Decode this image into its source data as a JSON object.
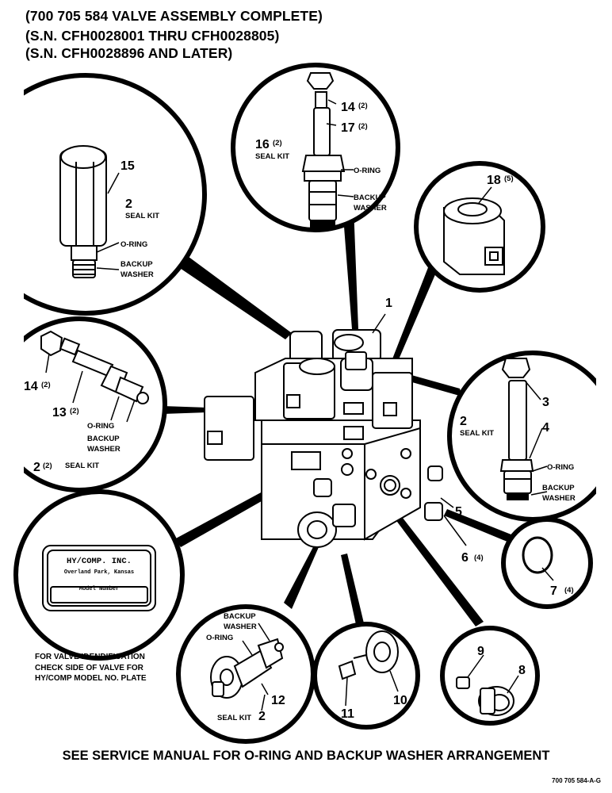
{
  "header": {
    "line1": "(700 705 584 VALVE ASSEMBLY COMPLETE)",
    "line2": "(S.N. CFH0028001 THRU CFH0028805)",
    "line3": "(S.N. CFH0028896 AND LATER)"
  },
  "callouts": {
    "c1": "1",
    "c2a_num": "2",
    "c2a_text": "SEAL KIT",
    "c2b_num": "2",
    "c2b_text": "SEAL KIT",
    "c2c_num": "2",
    "c2c_qty": "(2)",
    "c2c_text": "SEAL KIT",
    "c2d_num": "2",
    "c2d_text": "SEAL KIT",
    "c3": "3",
    "c4": "4",
    "c5": "5",
    "c6": "6",
    "c6_qty": "(4)",
    "c7": "7",
    "c7_qty": "(4)",
    "c8": "8",
    "c9": "9",
    "c10": "10",
    "c11": "11",
    "c12": "12",
    "c13": "13",
    "c13_qty": "(2)",
    "c14a": "14",
    "c14a_qty": "(2)",
    "c14b": "14",
    "c14b_qty": "(2)",
    "c15": "15",
    "c16": "16",
    "c16_qty": "(2)",
    "c17": "17",
    "c17_qty": "(2)",
    "c18": "18",
    "c18_qty": "(5)"
  },
  "tags": {
    "oring": "O-RING",
    "backup": "BACKUP",
    "washer": "WASHER"
  },
  "plate": {
    "company": "HY/COMP. INC.",
    "city": "Overland Park, Kansas",
    "model": "Model Number"
  },
  "note": {
    "l1": "FOR VALVE IDENDIFICATION",
    "l2": "CHECK SIDE OF VALVE FOR",
    "l3": "HY/COMP MODEL NO. PLATE"
  },
  "footer": "SEE SERVICE MANUAL FOR O-RING AND BACKUP WASHER ARRANGEMENT",
  "drawing_code": "700 705 584-A-G"
}
